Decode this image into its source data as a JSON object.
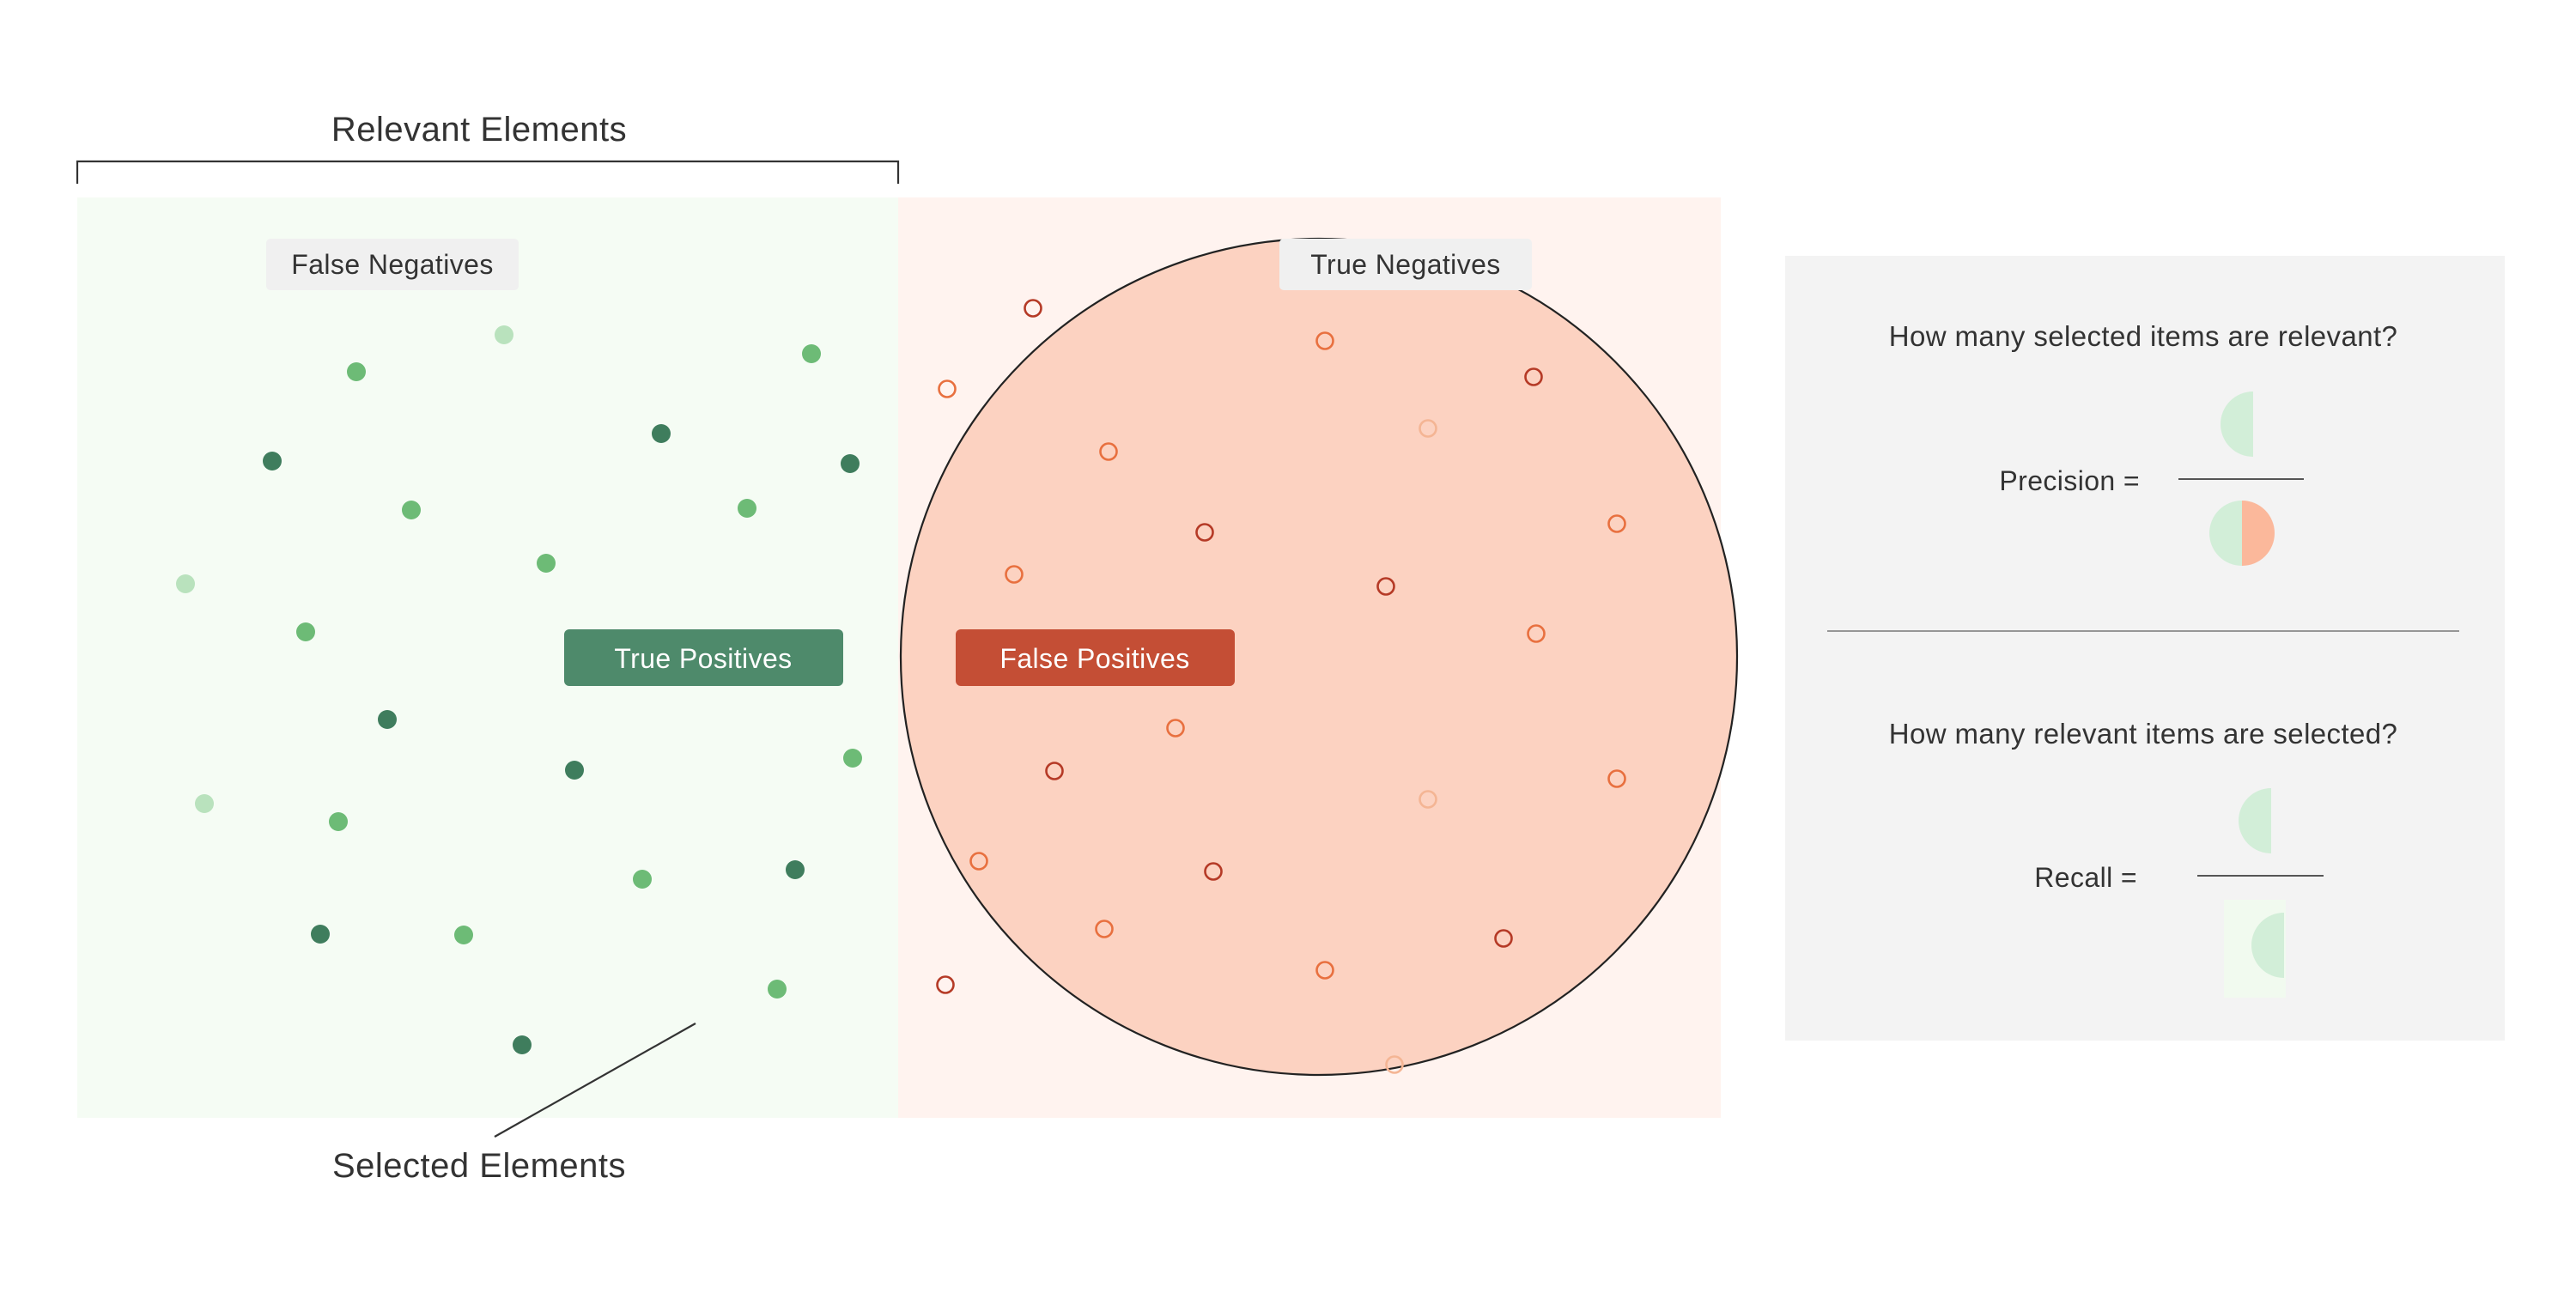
{
  "labels": {
    "relevant_elements": "Relevant Elements",
    "selected_elements": "Selected Elements",
    "false_negatives": "False Negatives",
    "true_negatives": "True Negatives",
    "true_positives": "True Positives",
    "false_positives": "False Positives"
  },
  "panel": {
    "precision_question": "How many selected items are relevant?",
    "precision_label": "Precision =",
    "recall_question": "How many relevant items are selected?",
    "recall_label": "Recall ="
  },
  "colors": {
    "relevant_bg": "#f5fcf4",
    "irrelevant_bg": "#fff3ef",
    "circle_green": "#d2eed8",
    "circle_orange": "#fcd2c1",
    "true_positive_tag": "#4e8a6b",
    "false_positive_tag": "#c44e35",
    "tag_gray": "#f0f0f0",
    "panel_bg": "#f3f3f3",
    "dot_dark_green": "#3f7d5d",
    "dot_mid_green": "#6dbb76",
    "dot_light_green": "#b9e2bd",
    "ring_orange": "#e8703f",
    "ring_red": "#b53a26",
    "ring_light_orange": "#f4b594",
    "text": "#333333"
  }
}
